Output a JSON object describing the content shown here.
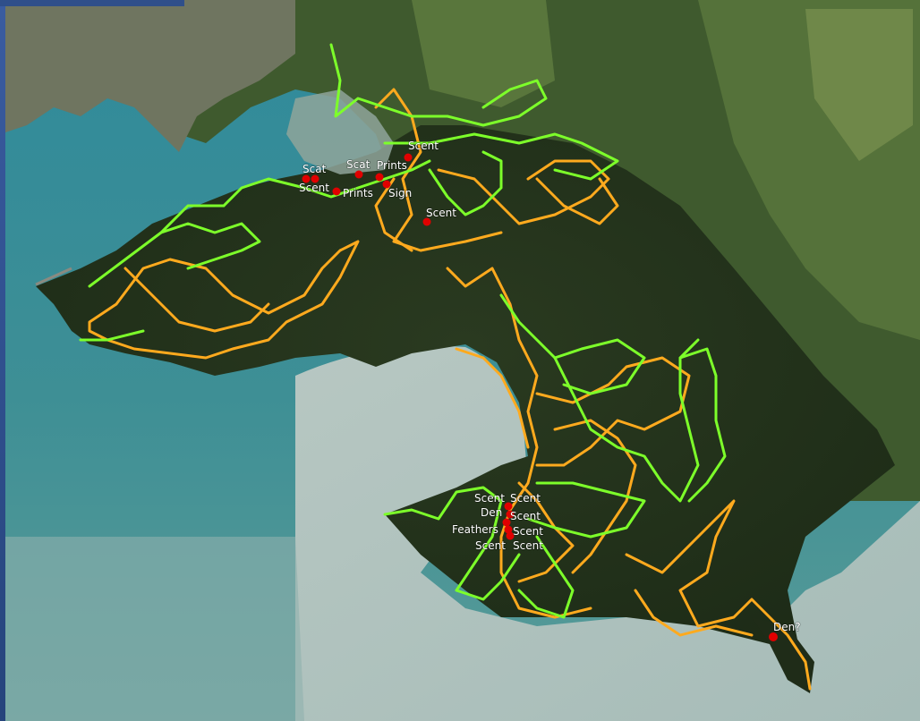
{
  "map": {
    "colors": {
      "sea": "#3d8a96",
      "sea_pale": "#a9c0bd",
      "forest": "#23331c",
      "farmland": "#5e7a3a",
      "track_green": "#7dff2a",
      "track_orange": "#ffaa1e",
      "marker": "#e00000",
      "label": "#ffffff"
    },
    "markers": [
      {
        "id": "scat-1",
        "label": "Scat"
      },
      {
        "id": "scent-1",
        "label": "Scent"
      },
      {
        "id": "scat-2",
        "label": "Scat"
      },
      {
        "id": "prints-1",
        "label": "Prints"
      },
      {
        "id": "prints-2",
        "label": "Prints"
      },
      {
        "id": "sign-1",
        "label": "Sign"
      },
      {
        "id": "scent-2",
        "label": "Scent"
      },
      {
        "id": "scent-3",
        "label": "Scent"
      },
      {
        "id": "scent-4",
        "label": "Scent"
      },
      {
        "id": "scent-5",
        "label": "Scent"
      },
      {
        "id": "den-1",
        "label": "Den"
      },
      {
        "id": "scent-6",
        "label": "Scent"
      },
      {
        "id": "feathers-1",
        "label": "Feathers"
      },
      {
        "id": "scent-7",
        "label": "Scent"
      },
      {
        "id": "scent-8",
        "label": "Scent"
      },
      {
        "id": "scent-9",
        "label": "Scent"
      },
      {
        "id": "den-2",
        "label": "Den?"
      }
    ]
  }
}
